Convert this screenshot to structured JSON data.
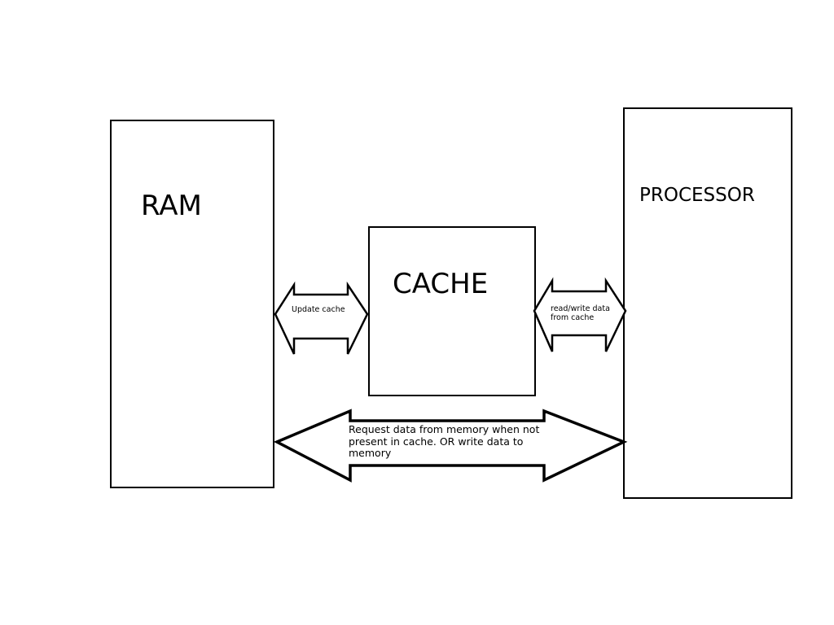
{
  "components": {
    "ram": {
      "label": "RAM"
    },
    "cache": {
      "label": "CACHE"
    },
    "processor": {
      "label": "PROCESSOR"
    }
  },
  "arrows": {
    "ram_cache": {
      "lines": [
        "Update cache"
      ]
    },
    "cache_processor": {
      "lines": [
        "read/write data",
        "from cache"
      ]
    },
    "ram_processor": {
      "lines": [
        "Request data from memory when not",
        "present in cache. OR write data to",
        "memory"
      ]
    }
  }
}
